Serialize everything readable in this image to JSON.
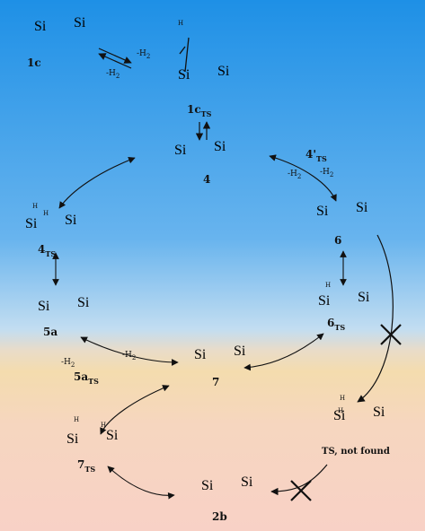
{
  "labels": {
    "c1": "1c",
    "c1ts_main": "1c",
    "c1ts_sub": "TS",
    "c4": "4",
    "c4ts_main": "4",
    "c4ts_sub": "TS",
    "c4p_main": "4'",
    "c4p_sub": "TS",
    "c6": "6",
    "c6ts_main": "6",
    "c6ts_sub": "TS",
    "c5a": "5a",
    "c5ats_main": "5a",
    "c5ats_sub": "TS",
    "c7": "7",
    "c7ts_main": "7",
    "c7ts_sub": "TS",
    "c2b": "2b",
    "ts_not_found": "TS, not found"
  },
  "reaction_labels": {
    "h2_plus_1": "-H",
    "h2_plus_1_sub": "2",
    "h2_minus_1": "-H",
    "h2_minus_1_sub": "2",
    "h2_plus_2": "-H",
    "h2_plus_2_sub": "2",
    "h2_minus_2": "-H",
    "h2_minus_2_sub": "2",
    "h2_plus_3": "-H",
    "h2_plus_3_sub": "2",
    "h2_minus_3": "-H",
    "h2_minus_3_sub": "2"
  },
  "colors": {
    "top": "#1e90e6",
    "mid": "#bcd9f0",
    "band": "#f3dcb0",
    "bottom": "#f7d2c4",
    "ink": "#111111"
  },
  "icons": {
    "blocked_1": "cross-icon",
    "blocked_2": "cross-icon"
  }
}
